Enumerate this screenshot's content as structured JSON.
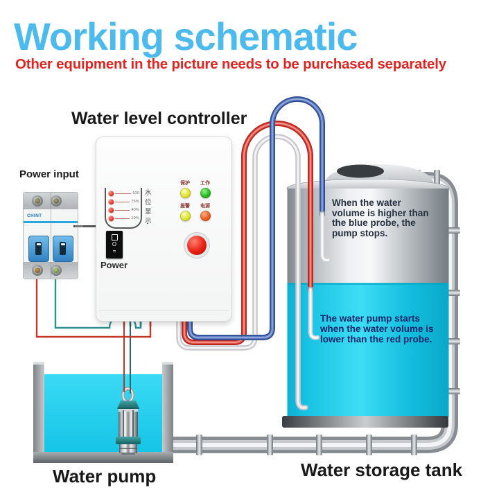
{
  "header": {
    "title": "Working schematic",
    "subtitle": "Other equipment in the picture needs to be purchased separately",
    "title_color": "#4cbaec",
    "subtitle_color": "#e02420"
  },
  "controller": {
    "label": "Water level controller",
    "power_label": "Power",
    "level_display": {
      "chars": "水位显示",
      "levels": [
        "100",
        "75%",
        "40%",
        "10%"
      ]
    },
    "leds": [
      {
        "label": "保护",
        "color": "#dde22a"
      },
      {
        "label": "工作",
        "color": "#1db71d"
      },
      {
        "label": "报警",
        "color": "#dde22a"
      },
      {
        "label": "电源",
        "color": "#ee571c"
      }
    ]
  },
  "breaker": {
    "label": "Power input",
    "brand": "CHINT"
  },
  "pump": {
    "label": "Water pump"
  },
  "tank": {
    "label": "Water storage tank",
    "annotation_stop": "When the water\nvolume is higher than\nthe blue probe, the\npump stops.",
    "annotation_start": "The water pump starts\nwhen the water volume is\nlower than the red probe."
  },
  "palette": {
    "probe_cable_red": "#c0281e",
    "probe_cable_blue": "#2f4f97",
    "probe_cable_white": "#d5d5d7",
    "tank_water": "#3eddf5",
    "basin_water": "#2bd4f0",
    "pipe_metal": "#c6cacd"
  }
}
